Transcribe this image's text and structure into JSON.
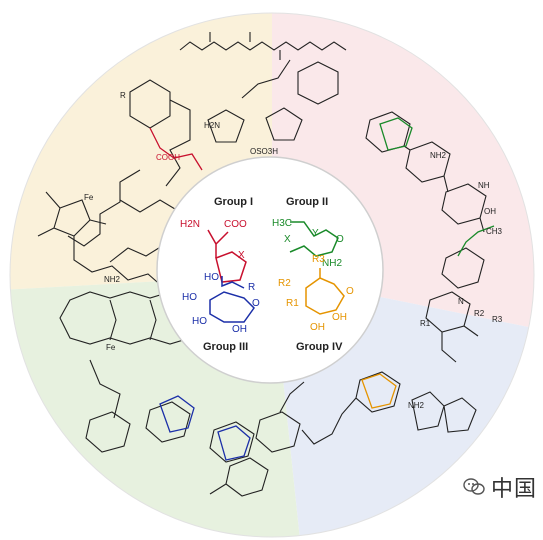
{
  "groups": {
    "g1": {
      "label": "Group I",
      "color": "#c8102e"
    },
    "g2": {
      "label": "Group II",
      "color": "#1a8a2a"
    },
    "g3": {
      "label": "Group III",
      "color": "#1b2fa8"
    },
    "g4": {
      "label": "Group IV",
      "color": "#e59400"
    }
  },
  "center_labels": {
    "h2n": "H2N",
    "coo": "COO",
    "x1": "X",
    "h3c": "H3C",
    "x2": "X",
    "y": "Y",
    "o2": "O",
    "nh2": "NH2",
    "ho3a": "HO",
    "r3": "R",
    "ho3b": "HO",
    "ho3c": "HO",
    "oh3": "OH",
    "o3": "O",
    "r2g4": "R2",
    "r3g4": "R3",
    "r1g4": "R1",
    "o4": "O",
    "oh4a": "OH",
    "oh4b": "OH"
  },
  "quadrant_colors": {
    "top_left": "#faf1da",
    "top_right": "#fae8ea",
    "bottom_right": "#e6ebf6",
    "bottom_left": "#e7f1df"
  },
  "outer_labels": {
    "cooh": "COOH",
    "fe": "Fe",
    "fe2": "Fe",
    "h2n_a": "H2N",
    "nh2_a": "NH2",
    "oso3h": "OSO3H",
    "nh": "NH",
    "r_a": "R",
    "r1_a": "R1",
    "r2_a": "R2",
    "r3_a": "R3",
    "ch3": "CH3",
    "n_a": "N",
    "oh_a": "OH",
    "nh2_b": "NH2",
    "nh2_c": "NH2"
  },
  "watermark": {
    "text": "中国",
    "icon": "wechat-icon"
  }
}
